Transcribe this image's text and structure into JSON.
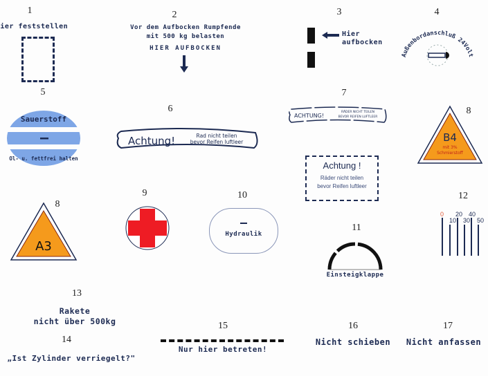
{
  "items": [
    {
      "n": "1",
      "text": "Hier feststellen"
    },
    {
      "n": "2",
      "lines": [
        "Vor dem Aufbocken Rumpfende",
        "mit 500 kg belasten",
        "HIER AUFBOCKEN"
      ]
    },
    {
      "n": "3",
      "lines": [
        "Hier",
        "aufbocken"
      ]
    },
    {
      "n": "4",
      "text": "Außenbordanschluß 24Volt"
    },
    {
      "n": "5",
      "lines": [
        "Sauerstoff",
        "Ol- u. fettfrei halten"
      ]
    },
    {
      "n": "6",
      "title": "Achtung!",
      "lines": [
        "Rad nicht teilen",
        "bevor Reifen luftleer"
      ]
    },
    {
      "n": "7",
      "title": "ACHTUNG!",
      "lines": [
        "RÄDER NICHT TEILEN",
        "BEVOR REIFEN LUFTLEER"
      ],
      "box_title": "Achtung !",
      "box_lines": [
        "Räder nicht teilen",
        "bevor Reifen luftleer"
      ]
    },
    {
      "n": "8",
      "title": "B4",
      "lines": [
        "mit 3%",
        "Schmierstoff"
      ]
    },
    {
      "n": "8",
      "title": "A3"
    },
    {
      "n": "9"
    },
    {
      "n": "10",
      "text": "Hydraulik"
    },
    {
      "n": "11",
      "text": "Einsteigklappe"
    },
    {
      "n": "12",
      "scale_top": [
        "0",
        "20",
        "40"
      ],
      "scale_bottom": [
        "10",
        "30",
        "50"
      ]
    },
    {
      "n": "13",
      "lines": [
        "Rakete",
        "nicht über 500kg"
      ]
    },
    {
      "n": "14",
      "text": "„Ist Zylinder verriegelt?\""
    },
    {
      "n": "15",
      "text": "Nur hier betreten!"
    },
    {
      "n": "16",
      "text": "Nicht schieben"
    },
    {
      "n": "17",
      "text": "Nicht anfassen"
    }
  ],
  "colors": {
    "ink": "#1c2a52",
    "oxygen_blue": "#7ea6e6",
    "fuel_orange": "#f59a1c",
    "red_cross": "#ee1c24",
    "scale_zero": "#e05a3a"
  }
}
